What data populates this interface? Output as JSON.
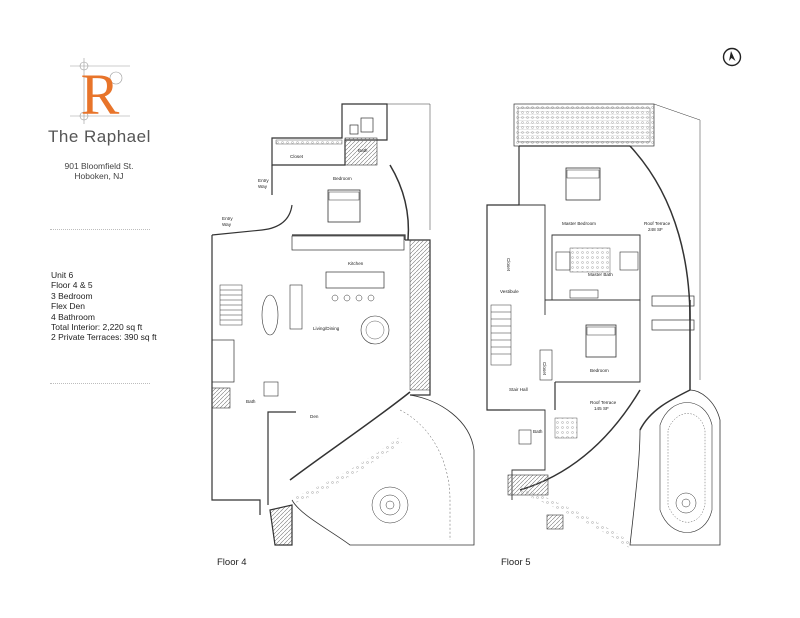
{
  "brand": {
    "title": "The Raphael",
    "address_line1": "901 Bloomfield St.",
    "address_line2": "Hoboken, NJ",
    "logo_letter": "R",
    "accent_color": "#e8742a"
  },
  "specs": [
    "Unit 6",
    "Floor 4 & 5",
    "3 Bedroom",
    "Flex Den",
    "4 Bathroom",
    "Total Interior: 2,220 sq ft",
    "2 Private Terraces: 390 sq ft"
  ],
  "compass_icon": "north-arrow-icon",
  "floor4": {
    "label": "Floor 4",
    "rooms": {
      "closet": "Closet",
      "bath_top": "Bath",
      "entry_way_1": "Entry",
      "entry_way_1b": "Way",
      "bedroom": "Bedroom",
      "entry_way_2": "Entry",
      "entry_way_2b": "Way",
      "kitchen": "Kitchen",
      "living": "Living/Dining",
      "bath_bottom": "Bath",
      "den": "Den"
    }
  },
  "floor5": {
    "label": "Floor 5",
    "rooms": {
      "master_bedroom": "Master Bedroom",
      "roof_terrace_1": "Roof Terrace",
      "roof_terrace_1_area": "248 SF",
      "closet": "Closet",
      "vestibule": "Vestibule",
      "master_bath": "Master Bath",
      "closet_2": "Closet",
      "bedroom": "Bedroom",
      "stair_hall": "Stair Hall",
      "roof_terrace_2": "Roof Terrace",
      "roof_terrace_2_area": "145 SF",
      "bath": "Bath"
    }
  }
}
